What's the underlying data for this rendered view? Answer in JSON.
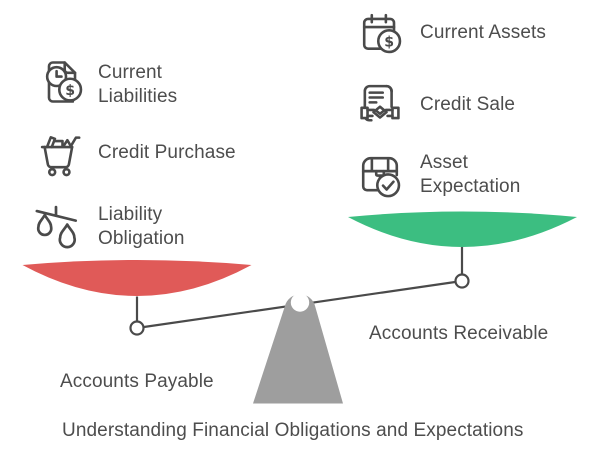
{
  "title": "Understanding Financial Obligations and Expectations",
  "glyphs": {
    "dollar": "$"
  },
  "colors": {
    "left_pan": "#E05A58",
    "right_pan": "#3CBE81",
    "fulcrum": "#9E9E9E",
    "line": "#4A4A4A",
    "text": "#4D4D4D",
    "background": "#FFFFFF"
  },
  "left_side": {
    "pan_label": "Accounts Payable",
    "items": [
      {
        "label": "Current\nLiabilities",
        "icon": "invoice-clock-dollar-icon"
      },
      {
        "label": "Credit Purchase",
        "icon": "shopping-cart-icon"
      },
      {
        "label": "Liability\nObligation",
        "icon": "balance-scales-icon"
      }
    ]
  },
  "right_side": {
    "pan_label": "Accounts Receivable",
    "items": [
      {
        "label": "Current Assets",
        "icon": "calendar-dollar-icon"
      },
      {
        "label": "Credit Sale",
        "icon": "contract-handshake-icon"
      },
      {
        "label": "Asset\nExpectation",
        "icon": "treasure-chest-check-icon"
      }
    ]
  }
}
